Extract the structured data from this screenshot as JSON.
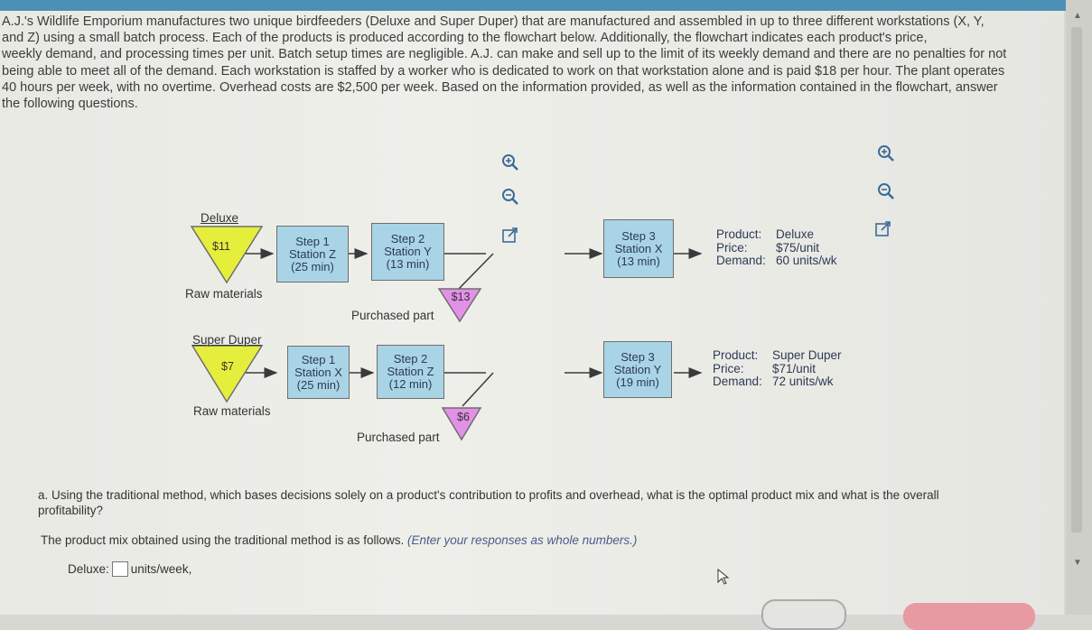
{
  "intro_lines": [
    "A.J.'s Wildlife Emporium manufactures two unique birdfeeders (Deluxe and Super Duper) that are manufactured and assembled in up to three different workstations (X, Y,",
    "and Z) using a small batch process. Each of the products is produced according to the flowchart below. Additionally, the flowchart indicates each product's price,",
    "weekly demand, and processing times per unit. Batch setup times are negligible. A.J. can make and sell up to the limit of its weekly demand and there are no penalties for not",
    "being able to meet all of the demand. Each workstation is staffed by a worker who is dedicated to work on that workstation alone and is paid $18 per hour. The plant operates",
    "40 hours per week, with no overtime. Overhead costs are $2,500 per week. Based on the information provided, as well as the information contained in the flowchart, answer",
    "the following questions."
  ],
  "flowchart": {
    "deluxe": {
      "name": "Deluxe",
      "raw_cost": "$11",
      "raw_label": "Raw materials",
      "step1": [
        "Step 1",
        "Station Z",
        "(25 min)"
      ],
      "step2": [
        "Step 2",
        "Station Y",
        "(13 min)"
      ],
      "purchased_cost": "$13",
      "purchased_label": "Purchased part",
      "step3": [
        "Step 3",
        "Station X",
        "(13 min)"
      ],
      "product": {
        "product_label": "Product:",
        "product_value": "Deluxe",
        "price_label": "Price:",
        "price_value": "$75/unit",
        "demand_label": "Demand:",
        "demand_value": "60 units/wk"
      }
    },
    "super_duper": {
      "name": "Super Duper",
      "raw_cost": "$7",
      "raw_label": "Raw materials",
      "step1": [
        "Step 1",
        "Station X",
        "(25 min)"
      ],
      "step2": [
        "Step 2",
        "Station Z",
        "(12 min)"
      ],
      "purchased_cost": "$6",
      "purchased_label": "Purchased part",
      "step3": [
        "Step 3",
        "Station Y",
        "(19 min)"
      ],
      "product": {
        "product_label": "Product:",
        "product_value": "Super Duper",
        "price_label": "Price:",
        "price_value": "$71/unit",
        "demand_label": "Demand:",
        "demand_value": "72 units/wk"
      }
    }
  },
  "question_a": "a. Using the traditional method, which bases decisions solely on a product's contribution to profits and overhead, what is the optimal product mix and what is the overall profitability?",
  "instruction_prefix": "The product mix obtained using the traditional method is as follows.",
  "instruction_hint": "(Enter your responses as whole numbers.)",
  "answer": {
    "deluxe_label": "Deluxe:",
    "deluxe_value": "",
    "units_suffix": "units/week,"
  },
  "colors": {
    "box": "#a9d4e6",
    "raw_triangle": "#e6ee3c",
    "purchased_triangle": "#e391e6",
    "link": "#3b6b9a"
  },
  "icons": [
    "zoom-in-icon",
    "zoom-out-icon",
    "popout-icon"
  ]
}
